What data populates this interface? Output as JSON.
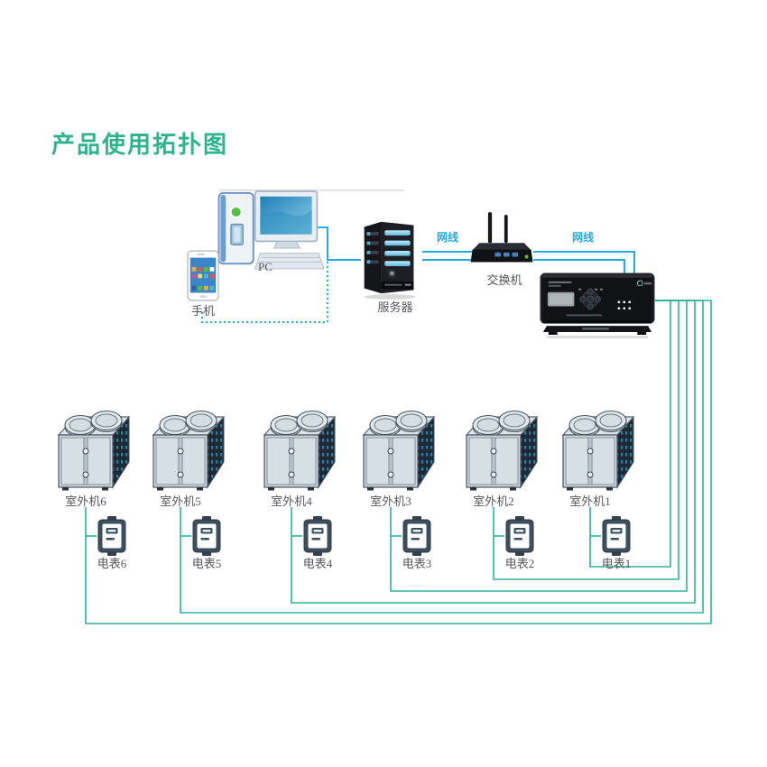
{
  "title": "产品使用拓扑图",
  "colors": {
    "accent_green": "#2eb48c",
    "line_green": "#30b19d",
    "line_blue": "#29a9e2",
    "label_gray": "#56575b",
    "divider_gray": "#c3c7cb"
  },
  "devices": {
    "pc": {
      "label": "PC"
    },
    "phone": {
      "label": "手机"
    },
    "server": {
      "label": "服务器"
    },
    "switch": {
      "label": "交换机"
    }
  },
  "cables": {
    "server_switch_label": "网线",
    "switch_controller_label": "网线"
  },
  "outdoor_units": [
    {
      "label": "室外机6"
    },
    {
      "label": "室外机5"
    },
    {
      "label": "室外机4"
    },
    {
      "label": "室外机3"
    },
    {
      "label": "室外机2"
    },
    {
      "label": "室外机1"
    }
  ],
  "meters": [
    {
      "label": "电表6"
    },
    {
      "label": "电表5"
    },
    {
      "label": "电表4"
    },
    {
      "label": "电表3"
    },
    {
      "label": "电表2"
    },
    {
      "label": "电表1"
    }
  ]
}
